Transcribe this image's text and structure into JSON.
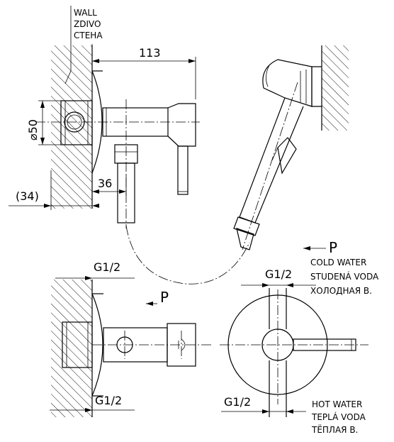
{
  "wall_note": {
    "line1": "WALL",
    "line2": "ZDIVO",
    "line3": "СТЕНА"
  },
  "dimensions": {
    "length": "113",
    "diameter": "⌀50",
    "depth": "(34)",
    "offset": "36",
    "thread_top_side": "G1/2",
    "thread_bottom_side": "G1/2",
    "thread_top_front": "G1/2",
    "thread_bottom_front": "G1/2"
  },
  "pressure_marks": {
    "side": "P",
    "front": "P"
  },
  "cold_water": {
    "en": "COLD WATER",
    "cz": "STUDENÁ VODA",
    "ru": "ХОЛОДНАЯ В."
  },
  "hot_water": {
    "en": "HOT WATER",
    "cz": "TEPLÁ VODA",
    "ru": "ТЁПЛАЯ В."
  }
}
